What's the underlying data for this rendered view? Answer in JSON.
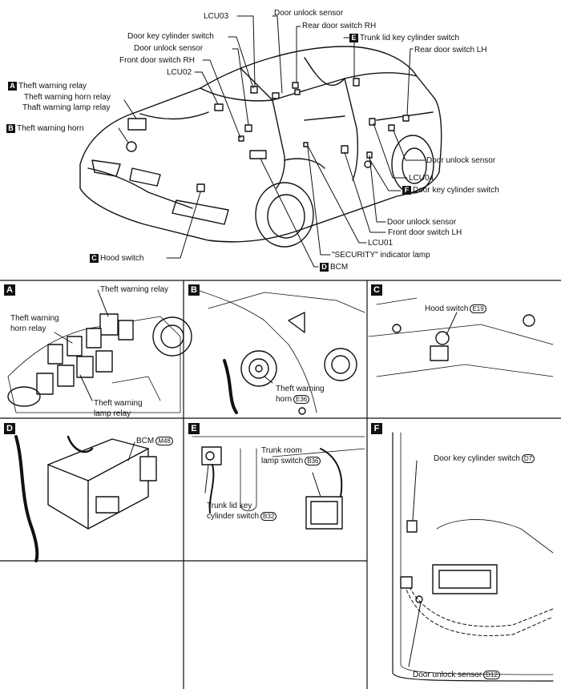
{
  "overview": {
    "labels": {
      "lcu03": "LCU03",
      "door_unlock_sensor_top": "Door unlock sensor",
      "rear_door_switch_rh": "Rear door switch RH",
      "door_key_cylinder_switch_left": "Door key cylinder switch",
      "trunk_lid_key_cylinder_switch": "Trunk lid key cylinder switch",
      "door_unlock_sensor_left": "Door unlock sensor",
      "rear_door_switch_lh": "Rear door switch LH",
      "front_door_switch_rh": "Front door switch RH",
      "lcu02": "LCU02",
      "theft_warning_relay": "Theft warning relay",
      "theft_warning_horn_relay": "Theft warning horn relay",
      "thaft_warning_lamp_relay": "Thaft warning lamp relay",
      "theft_warning_horn": "Theft warning horn",
      "door_unlock_sensor_right": "Door unlock sensor",
      "lcu04": "LCU04",
      "door_key_cylinder_switch_right": "Door key cylinder switch",
      "door_unlock_sensor_lower": "Door unlock sensor",
      "front_door_switch_lh": "Front door switch LH",
      "lcu01": "LCU01",
      "hood_switch": "Hood switch",
      "security_indicator_lamp": "\"SECURITY\" indicator lamp",
      "bcm": "BCM"
    },
    "tags": {
      "a": "A",
      "b": "B",
      "c": "C",
      "d": "D",
      "e": "E",
      "f": "F"
    }
  },
  "panels": {
    "a": {
      "tag": "A",
      "theft_warning_relay": "Theft warning relay",
      "horn_relay_l1": "Theft warning",
      "horn_relay_l2": "horn relay",
      "lamp_relay_l1": "Theft warning",
      "lamp_relay_l2": "lamp relay"
    },
    "b": {
      "tag": "B",
      "horn_l1": "Theft warning",
      "horn_l2": "horn",
      "horn_code": "E36"
    },
    "c": {
      "tag": "C",
      "hood_switch": "Hood switch",
      "hood_code": "E19"
    },
    "d": {
      "tag": "D",
      "bcm": "BCM",
      "bcm_code": "M48"
    },
    "e": {
      "tag": "E",
      "trunk_room_l1": "Trunk room",
      "trunk_room_l2": "lamp switch",
      "trunk_room_code": "B36",
      "trunk_lid_l1": "Trunk lid key",
      "trunk_lid_l2": "cylinder switch",
      "trunk_lid_code": "B32"
    },
    "f": {
      "tag": "F",
      "door_key": "Door key cylinder switch",
      "door_key_code": "D7",
      "door_unlock": "Door unlock sensor",
      "door_unlock_code": "D12"
    }
  }
}
